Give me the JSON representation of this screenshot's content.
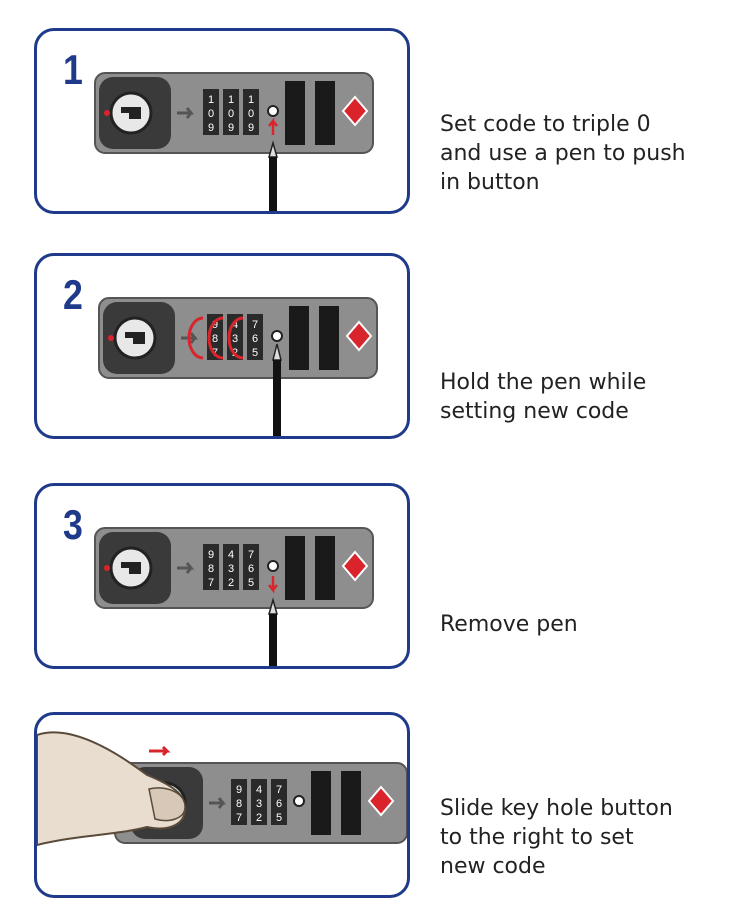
{
  "steps": [
    {
      "number": "1",
      "caption": "Set code to triple 0\nand use a pen to push\nin button",
      "dials": [
        [
          "1",
          "0",
          "9"
        ],
        [
          "1",
          "0",
          "9"
        ],
        [
          "1",
          "0",
          "9"
        ]
      ]
    },
    {
      "number": "2",
      "caption": "Hold the pen while\nsetting new code",
      "dials": [
        [
          "9",
          "8",
          "7"
        ],
        [
          "4",
          "3",
          "2"
        ],
        [
          "7",
          "6",
          "5"
        ]
      ]
    },
    {
      "number": "3",
      "caption": "Remove pen",
      "dials": [
        [
          "9",
          "8",
          "7"
        ],
        [
          "4",
          "3",
          "2"
        ],
        [
          "7",
          "6",
          "5"
        ]
      ]
    },
    {
      "number": "4",
      "caption": "Slide key hole button\nto the right to set\nnew code",
      "dials": [
        [
          "9",
          "8",
          "7"
        ],
        [
          "4",
          "3",
          "2"
        ],
        [
          "7",
          "6",
          "5"
        ]
      ]
    }
  ],
  "colors": {
    "frame": "#1f3a8a",
    "lock_body": "#8e8e8e",
    "lock_dark": "#3a3a3a",
    "accent_red": "#d9242c"
  }
}
